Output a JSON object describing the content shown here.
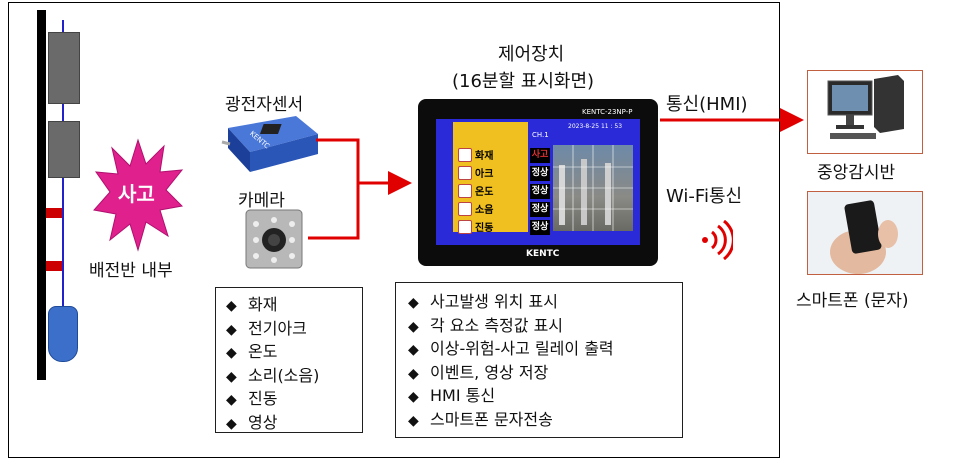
{
  "title_line1": "제어장치",
  "title_line2": "(16분할 표시화면)",
  "sensor_label": "광전자센서",
  "camera_label": "카메라",
  "accident_label": "사고",
  "panel_label": "배전반 내부",
  "comm_label": "통신(HMI)",
  "wifi_label": "Wi-Fi통신",
  "monitor_label": "중앙감시반",
  "phone_label": "스마트폰 (문자)",
  "sensor_brand": "KENTC",
  "device": {
    "model": "KENTC-23NP-P",
    "datetime": "2023-8-25  11 : 53",
    "brand": "KENTC",
    "channel": "CH.1",
    "menu": [
      {
        "label": "화재",
        "status": "사고",
        "status_color": "#e03030"
      },
      {
        "label": "아크",
        "status": "정상",
        "status_color": "#000000"
      },
      {
        "label": "온도",
        "status": "정상",
        "status_color": "#000000"
      },
      {
        "label": "소음",
        "status": "정상",
        "status_color": "#000000"
      },
      {
        "label": "진동",
        "status": "정상",
        "status_color": "#000000"
      }
    ]
  },
  "sensor_items": [
    "화재",
    "전기아크",
    "온도",
    "소리(소음)",
    "진동",
    "영상"
  ],
  "function_items": [
    "사고발생 위치 표시",
    "각 요소 측정값 표시",
    "이상-위험-사고 릴레이 출력",
    "이벤트, 영상 저장",
    "HMI 통신",
    "스마트폰 문자전송"
  ],
  "bullet": "◆",
  "colors": {
    "arrow": "#e00000",
    "screen_bg": "#2a2ad8",
    "menu_bg": "#f0c020",
    "burst": "#e0208c",
    "panel_block": "#606060",
    "panel_mark": "#cc0000",
    "panel_oval": "#3b6fc9",
    "blue_line": "#2222cc"
  }
}
